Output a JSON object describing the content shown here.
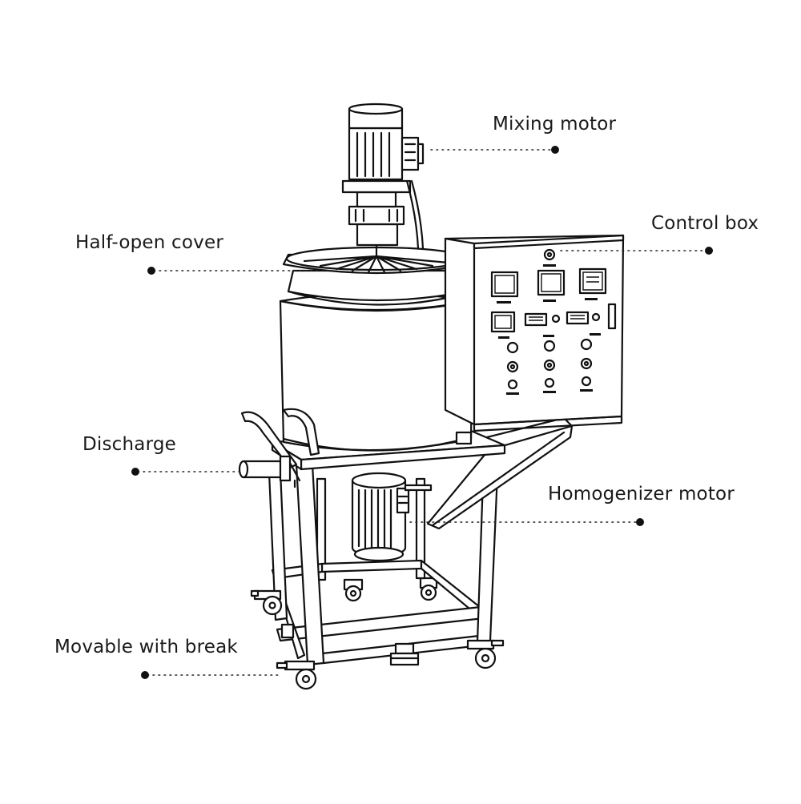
{
  "labels": {
    "mixing_motor": "Mixing motor",
    "control_box": "Control box",
    "half_open_cover": "Half-open cover",
    "discharge": "Discharge",
    "homogenizer_motor": "Homogenizer motor",
    "movable_with_break": "Movable with break"
  },
  "colors": {
    "line": "#111111",
    "background": "#ffffff",
    "text": "#1a1a1a"
  }
}
